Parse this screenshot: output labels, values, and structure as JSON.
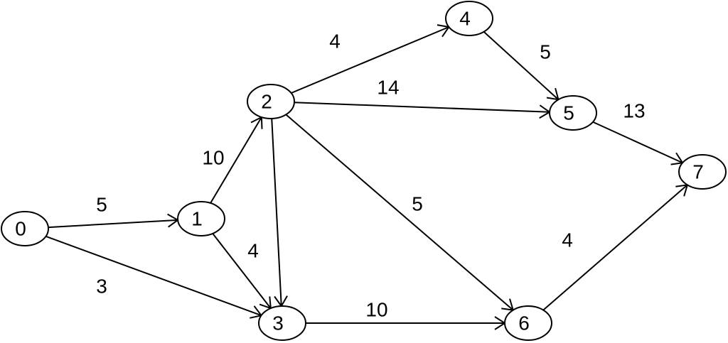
{
  "graph": {
    "nodes": [
      {
        "id": "0",
        "label": "0"
      },
      {
        "id": "1",
        "label": "1"
      },
      {
        "id": "2",
        "label": "2"
      },
      {
        "id": "3",
        "label": "3"
      },
      {
        "id": "4",
        "label": "4"
      },
      {
        "id": "5",
        "label": "5"
      },
      {
        "id": "6",
        "label": "6"
      },
      {
        "id": "7",
        "label": "7"
      }
    ],
    "edges": [
      {
        "from": "0",
        "to": "1",
        "weight": "5"
      },
      {
        "from": "0",
        "to": "3",
        "weight": "3"
      },
      {
        "from": "1",
        "to": "2",
        "weight": "10"
      },
      {
        "from": "1",
        "to": "3",
        "weight": "4"
      },
      {
        "from": "2",
        "to": "3",
        "weight": ""
      },
      {
        "from": "2",
        "to": "4",
        "weight": "4"
      },
      {
        "from": "2",
        "to": "5",
        "weight": "14"
      },
      {
        "from": "2",
        "to": "6",
        "weight": "5"
      },
      {
        "from": "4",
        "to": "5",
        "weight": "5"
      },
      {
        "from": "5",
        "to": "7",
        "weight": "13"
      },
      {
        "from": "3",
        "to": "6",
        "weight": "10"
      },
      {
        "from": "6",
        "to": "7",
        "weight": "4"
      }
    ],
    "colors": {
      "stroke": "#000000",
      "fill": "#ffffff"
    }
  }
}
